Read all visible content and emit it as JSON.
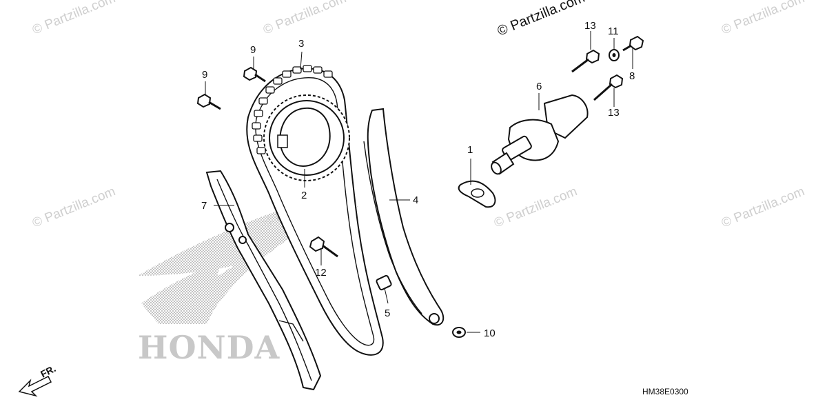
{
  "watermark": {
    "text": "© Partzilla.com",
    "prominent_text": "© Partzilla.com"
  },
  "diagram_code": "HM38E0300",
  "front_marker": "FR.",
  "brand_logo": "HONDA",
  "callouts": [
    {
      "id": "1"
    },
    {
      "id": "2"
    },
    {
      "id": "3"
    },
    {
      "id": "4"
    },
    {
      "id": "5"
    },
    {
      "id": "6"
    },
    {
      "id": "7"
    },
    {
      "id": "8"
    },
    {
      "id": "9"
    },
    {
      "id": "9"
    },
    {
      "id": "10"
    },
    {
      "id": "11"
    },
    {
      "id": "12"
    },
    {
      "id": "13"
    },
    {
      "id": "13"
    }
  ]
}
